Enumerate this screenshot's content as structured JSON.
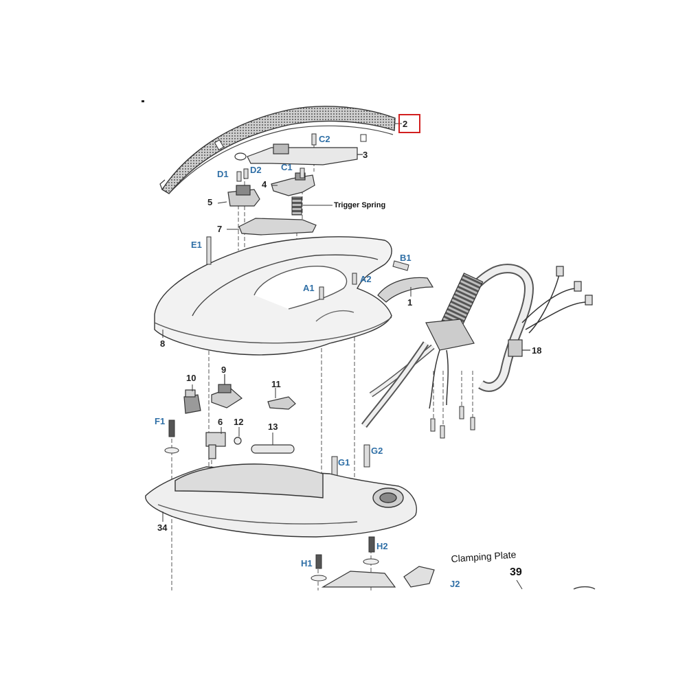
{
  "labels": {
    "p1": "1",
    "p2": "2",
    "p3": "3",
    "p4": "4",
    "p5": "5",
    "p6": "6",
    "p7": "7",
    "p8": "8",
    "p9": "9",
    "p10": "10",
    "p11": "11",
    "p12": "12",
    "p13": "13",
    "p18": "18",
    "p34": "34",
    "p39": "39",
    "a1": "A1",
    "a2": "A2",
    "b1": "B1",
    "c1": "C1",
    "c2": "C2",
    "d1": "D1",
    "d2": "D2",
    "e1": "E1",
    "f1": "F1",
    "g1": "G1",
    "g2": "G2",
    "h1": "H1",
    "h2": "H2",
    "j2": "J2",
    "trigger_spring": "Trigger Spring",
    "clamping_plate": "Clamping Plate"
  },
  "highlight": {
    "target_part": "2",
    "color": "#d21f1f"
  },
  "colors": {
    "part_number": "#222222",
    "hardware_label": "#2f6fa6",
    "line": "#444444"
  }
}
